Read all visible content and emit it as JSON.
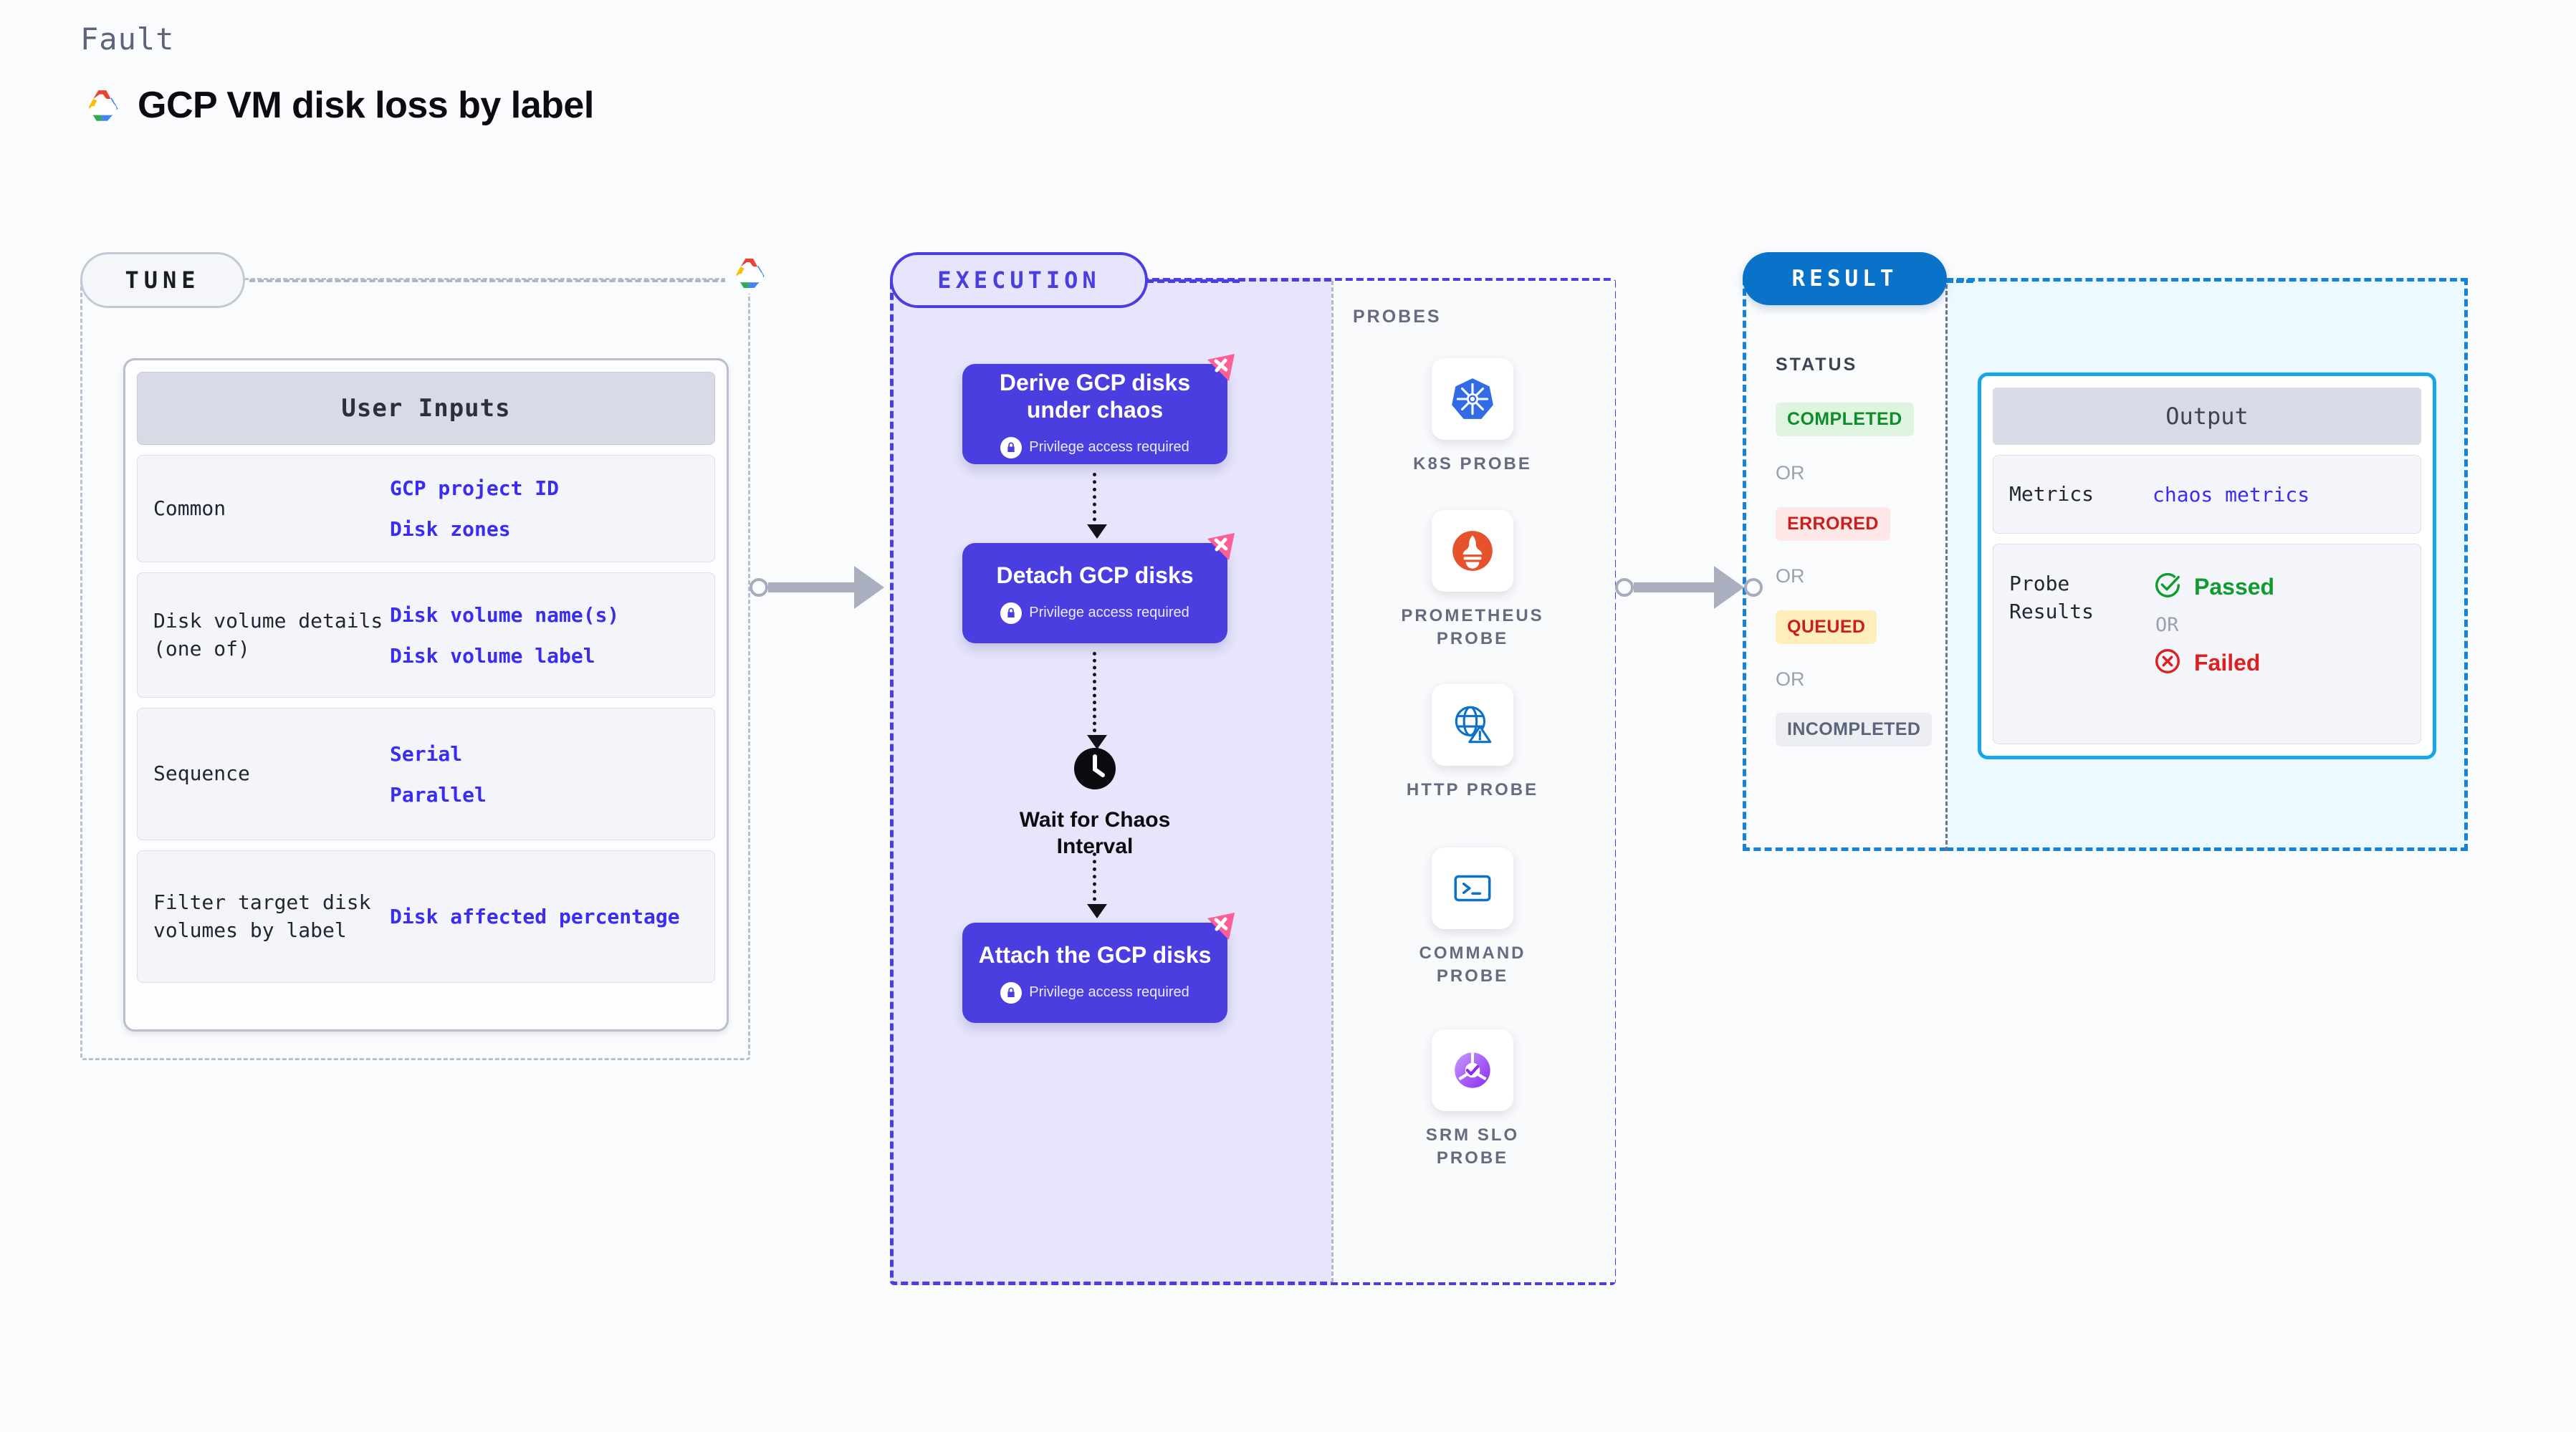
{
  "header": {
    "kicker": "Fault",
    "title": "GCP VM disk loss by label",
    "logo": "gcp-cloud-logo"
  },
  "tune": {
    "pill_label": "TUNE",
    "logo": "gcp-cloud-logo",
    "card_title": "User Inputs",
    "rows": [
      {
        "key": "Common",
        "values": [
          "GCP project ID",
          "Disk zones"
        ]
      },
      {
        "key": "Disk volume details (one of)",
        "values": [
          "Disk volume name(s)",
          "Disk volume label"
        ]
      },
      {
        "key": "Sequence",
        "values": [
          "Serial",
          "Parallel"
        ]
      },
      {
        "key": "Filter target disk volumes by label",
        "values": [
          "Disk affected percentage"
        ]
      }
    ]
  },
  "execution": {
    "pill_label": "EXECUTION",
    "privilege_note": "Privilege access required",
    "nodes": [
      {
        "title": "Derive GCP disks under chaos",
        "privileged": true,
        "badge": "litmus-mark"
      },
      {
        "title": "Detach GCP disks",
        "privileged": true,
        "badge": "litmus-mark"
      },
      {
        "title": "Attach the GCP disks",
        "privileged": true,
        "badge": "litmus-mark"
      }
    ],
    "wait": {
      "label": "Wait for Chaos Interval",
      "icon": "clock-icon"
    }
  },
  "probes": {
    "section_label": "PROBES",
    "items": [
      {
        "name": "K8S PROBE",
        "icon": "kubernetes-icon"
      },
      {
        "name": "PROMETHEUS PROBE",
        "icon": "prometheus-icon"
      },
      {
        "name": "HTTP PROBE",
        "icon": "globe-warning-icon"
      },
      {
        "name": "COMMAND PROBE",
        "icon": "terminal-icon"
      },
      {
        "name": "SRM SLO PROBE",
        "icon": "srm-slo-icon"
      }
    ]
  },
  "result": {
    "pill_label": "RESULT",
    "status_label": "STATUS",
    "or_label": "OR",
    "statuses": [
      {
        "label": "COMPLETED",
        "color": "#0f8c2b",
        "bg": "#dff4de"
      },
      {
        "label": "ERRORED",
        "color": "#c9201b",
        "bg": "#fde8e7"
      },
      {
        "label": "QUEUED",
        "color": "#c9201b",
        "bg": "#fdeebc"
      },
      {
        "label": "INCOMPLETED",
        "color": "#5b6478",
        "bg": "#eceef4"
      }
    ],
    "output": {
      "title": "Output",
      "metrics_key": "Metrics",
      "metrics_value": "chaos metrics",
      "probe_results_key": "Probe Results",
      "passed_label": "Passed",
      "failed_label": "Failed",
      "or_label": "OR"
    }
  },
  "colors": {
    "indigo": "#4b3ee0",
    "blue": "#0a72c9",
    "cyan": "#16a5e8",
    "value_text": "#3a2cf0",
    "pink_mark": "#fb5f95",
    "page_bg": "#fafbfd"
  }
}
